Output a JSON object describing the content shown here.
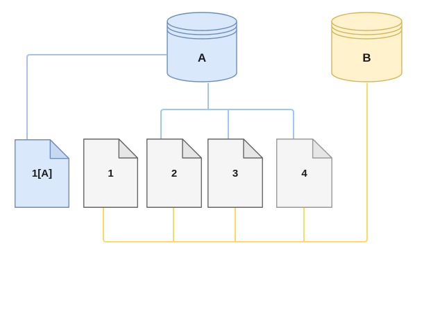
{
  "diagram": {
    "background_color": "#ffffff",
    "label_color": "#1a1a1a",
    "nodes": {
      "cylinder_a": {
        "label": "A",
        "shape": "database-cylinder",
        "fill": "#dae8fc",
        "stroke": "#6c8ebf"
      },
      "cylinder_b": {
        "label": "B",
        "shape": "database-cylinder",
        "fill": "#fff2cc",
        "stroke": "#d6b656"
      },
      "doc_1a": {
        "label": "1[A]",
        "shape": "document",
        "fill": "#dae8fc",
        "stroke": "#6c8ebf",
        "fold_fill": "#c7d9f1"
      },
      "doc_1": {
        "label": "1",
        "shape": "document",
        "fill": "#f5f5f5",
        "stroke": "#666666",
        "fold_fill": "#e6e6e6"
      },
      "doc_2": {
        "label": "2",
        "shape": "document",
        "fill": "#f5f5f5",
        "stroke": "#666666",
        "fold_fill": "#e6e6e6"
      },
      "doc_3": {
        "label": "3",
        "shape": "document",
        "fill": "#f5f5f5",
        "stroke": "#666666",
        "fold_fill": "#e6e6e6"
      },
      "doc_4": {
        "label": "4",
        "shape": "document",
        "fill": "#f5f5f5",
        "stroke": "#999999",
        "fold_fill": "#e6e6e6"
      }
    },
    "edges": {
      "from_a": {
        "source": "A",
        "targets": [
          "1[A]",
          "2",
          "3",
          "4"
        ],
        "color": "#a6c1e8",
        "branch_color": "#9cc7f5"
      },
      "from_b": {
        "source": "B",
        "targets": [
          "1",
          "2",
          "3",
          "4"
        ],
        "color": "#ffd966"
      }
    }
  }
}
